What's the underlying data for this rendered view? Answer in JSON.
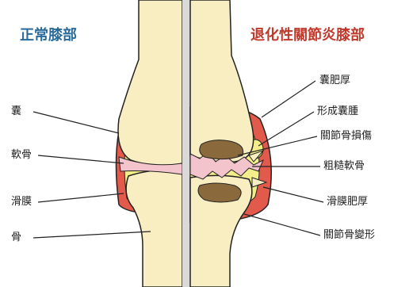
{
  "titles": {
    "normal": "正常膝部",
    "arthritis": "退化性關節炎膝部"
  },
  "labels_left": [
    "囊",
    "軟骨",
    "滑膜",
    "骨"
  ],
  "labels_right": [
    "囊肥厚",
    "形成囊腫",
    "關節骨損傷",
    "粗糙軟骨",
    "滑膜肥厚",
    "關節骨變形"
  ],
  "colors": {
    "bone": "#f8eec2",
    "capsule": "#e25a4c",
    "synovium": "#f3ee8a",
    "cartilage": "#f4c4cc",
    "outline": "#222222",
    "title_normal": "#2a6b9c",
    "title_arthritis": "#c0392b",
    "divider": "#d9d9d9",
    "lesion": "#8a6a3c"
  }
}
